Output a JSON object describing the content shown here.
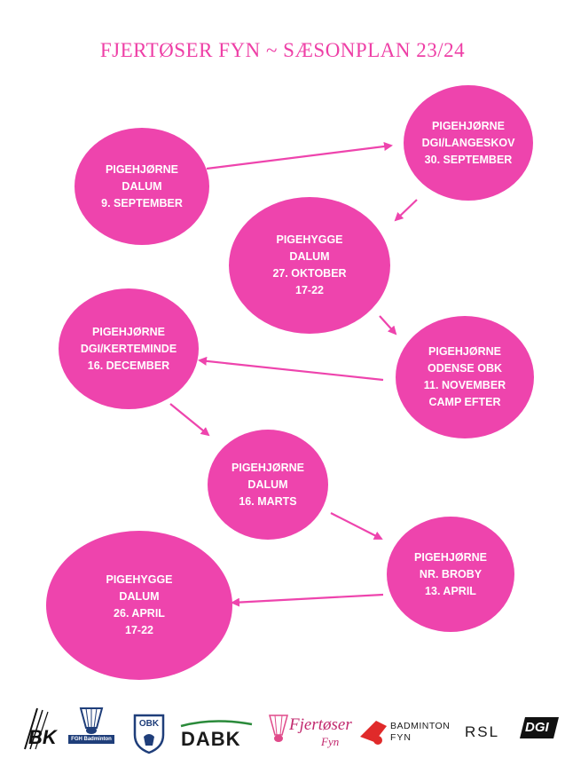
{
  "title": "FJERTØSER FYN ~ SÆSONPLAN 23/24",
  "events": [
    {
      "lines": [
        "PIGEHJØRNE",
        "DALUM",
        "9. SEPTEMBER"
      ]
    },
    {
      "lines": [
        "PIGEHJØRNE",
        "DGI/LANGESKOV",
        "30. SEPTEMBER"
      ]
    },
    {
      "lines": [
        "PIGEHYGGE",
        "DALUM",
        "27. OKTOBER",
        "17-22"
      ]
    },
    {
      "lines": [
        "PIGEHJØRNE",
        "ODENSE OBK",
        "11. NOVEMBER",
        "CAMP EFTER"
      ]
    },
    {
      "lines": [
        "PIGEHJØRNE",
        "DGI/KERTEMINDE",
        "16. DECEMBER"
      ]
    },
    {
      "lines": [
        "PIGEHJØRNE",
        "DALUM",
        "16. MARTS"
      ]
    },
    {
      "lines": [
        "PIGEHJØRNE",
        "NR. BROBY",
        "13. APRIL"
      ]
    },
    {
      "lines": [
        "PIGEHYGGE",
        "DALUM",
        "26. APRIL",
        "17-22"
      ]
    }
  ],
  "logos": {
    "lbk": "BK",
    "fgh": "FGH Badminton",
    "obk": "OBK",
    "dabk": "DABK",
    "fjertoser": "Fjertøser",
    "fjertoser_sub": "Fyn",
    "badminton_fyn": "BADMINTON",
    "badminton_fyn_sub": "FYN",
    "rsl": "RSL",
    "dgi": "DGI"
  },
  "colors": {
    "accent": "#ee44ad",
    "title": "#ee3fa6"
  }
}
